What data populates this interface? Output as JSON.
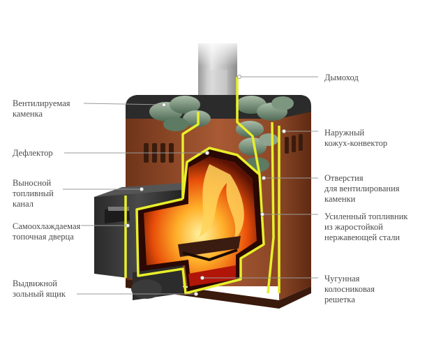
{
  "colors": {
    "accent_outline": "#e8ef2a",
    "casing": "#9a4f2e",
    "fire": "#ff8a1a",
    "leader": "#9a9a9a",
    "text": "#4a4a4a"
  },
  "labels": {
    "ventilated_heater": [
      "Вентилируемая",
      "каменка"
    ],
    "deflector": [
      "Дефлектор"
    ],
    "remote_fuel_channel": [
      "Выносной",
      "топливный",
      "канал"
    ],
    "self_cooling_door": [
      "Самоохлаждаемая",
      "топочная дверца"
    ],
    "ash_drawer": [
      "Выдвижной",
      "зольный ящик"
    ],
    "chimney": [
      "Дымоход"
    ],
    "outer_convector": [
      "Наружный",
      "кожух-конвектор"
    ],
    "vent_holes": [
      "Отверстия",
      "для вентилирования",
      "каменки"
    ],
    "firebox": [
      "Усиленный топливник",
      "из жаростойкой",
      "нержавеющей стали"
    ],
    "grate": [
      "Чугунная",
      "колосниковая",
      "решетка"
    ]
  }
}
